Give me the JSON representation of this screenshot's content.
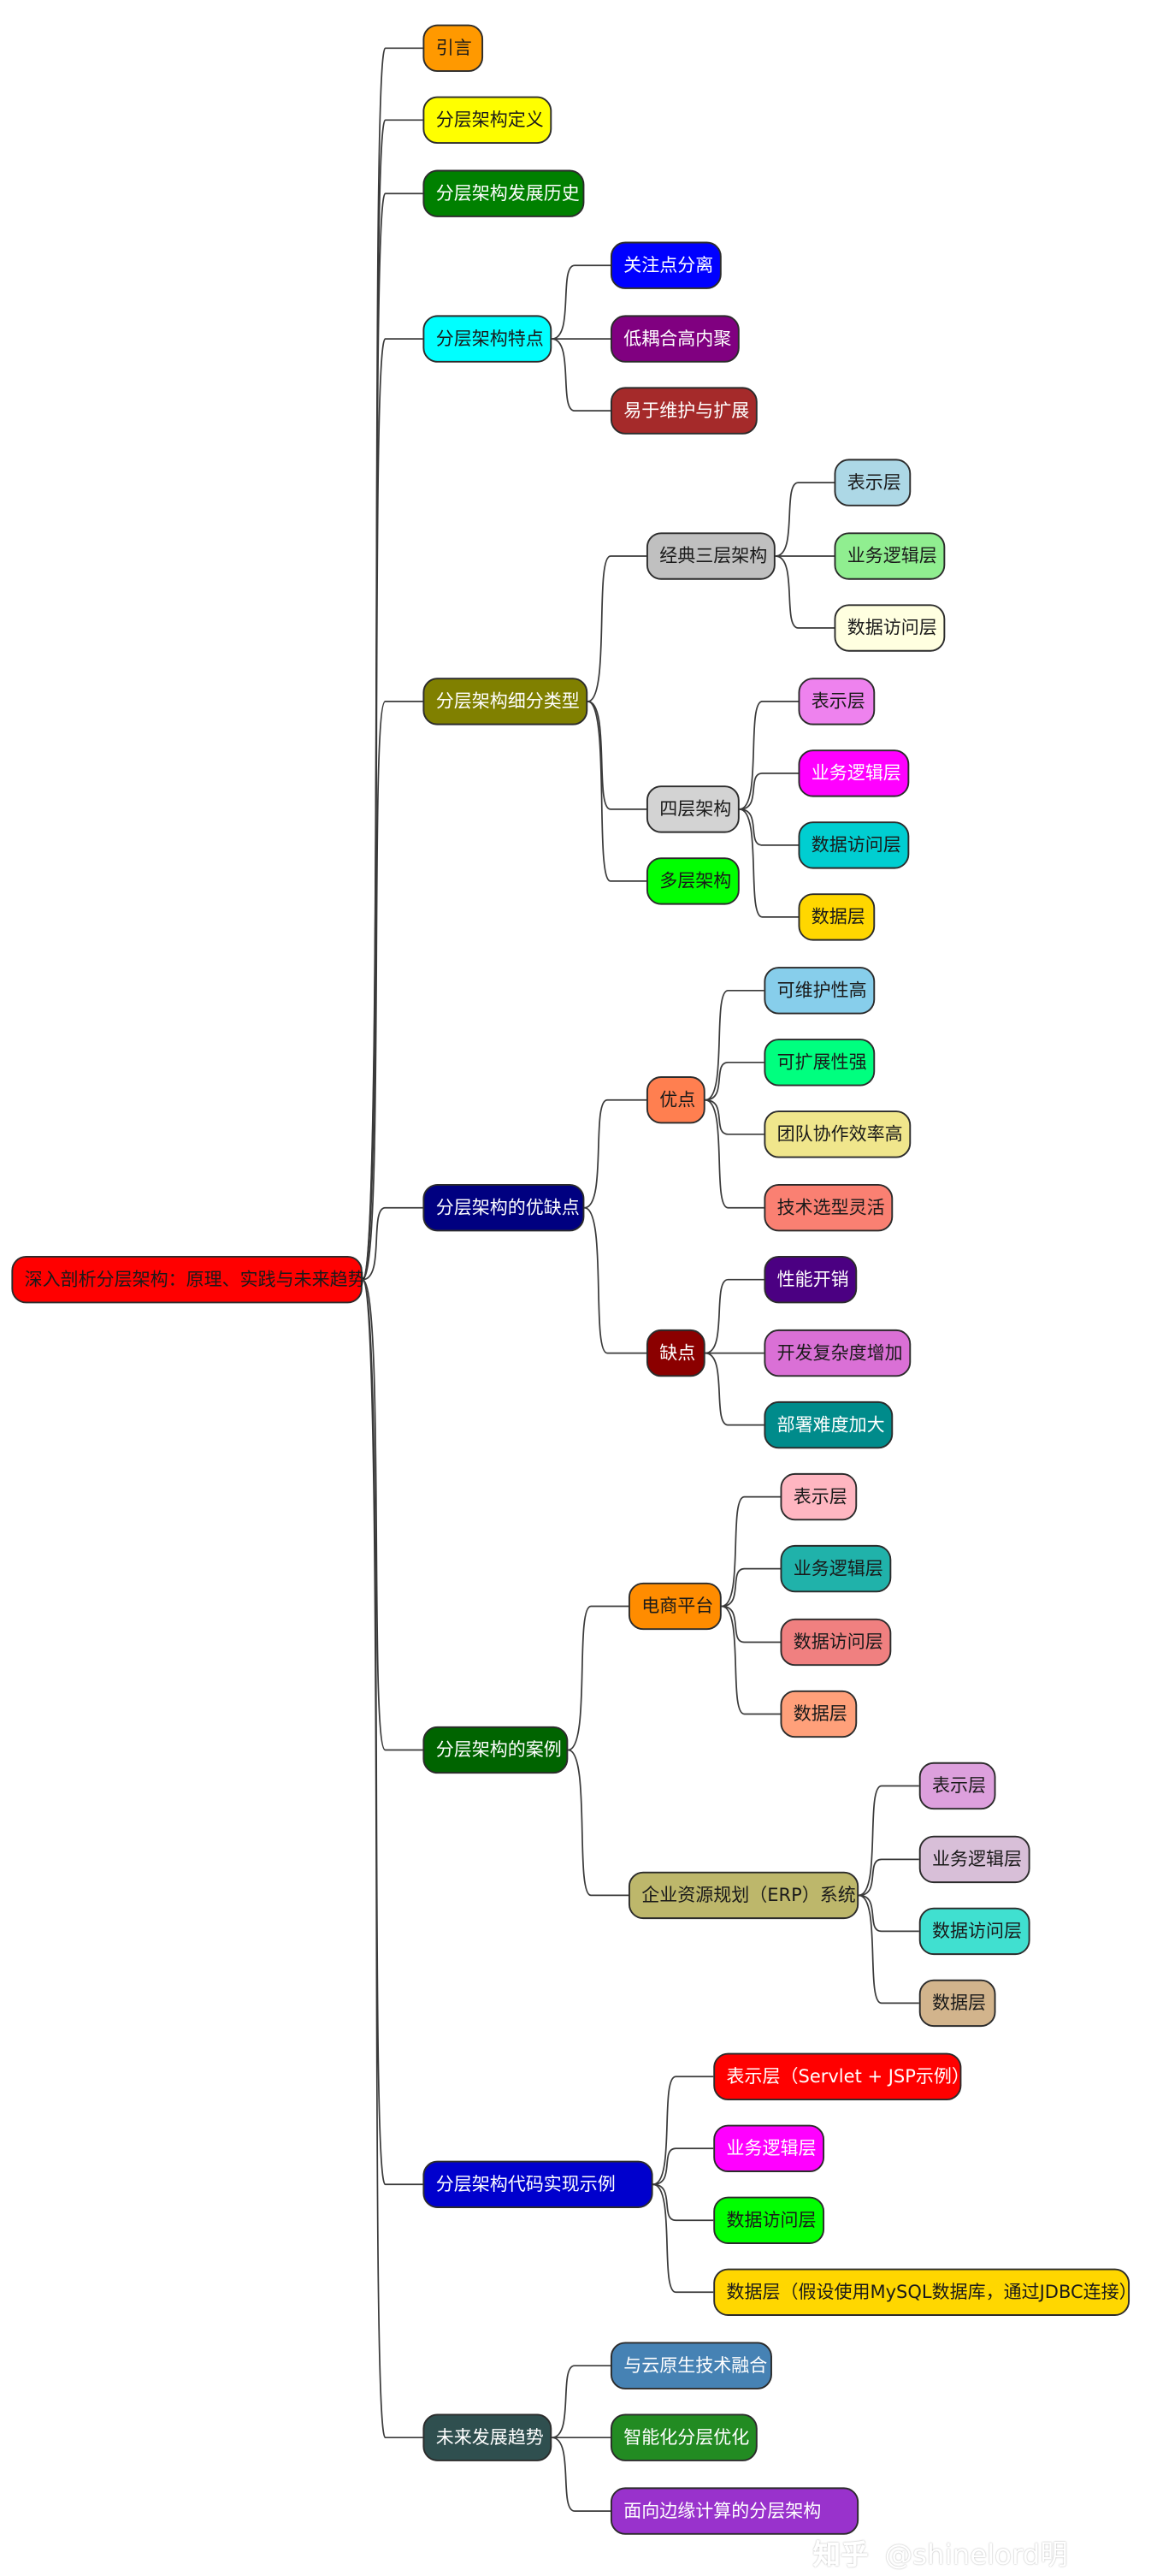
{
  "root": {
    "label": "深入剖析分层架构：原理、实践与未来趋势",
    "color": "#ff0000",
    "text": "#1a1a1a"
  },
  "branches": [
    {
      "label": "引言",
      "color": "#ff9900",
      "text": "#1a1a1a",
      "children": []
    },
    {
      "label": "分层架构定义",
      "color": "#ffff00",
      "text": "#1a1a1a",
      "children": []
    },
    {
      "label": "分层架构发展历史",
      "color": "#008000",
      "text": "#ffffff",
      "children": []
    },
    {
      "label": "分层架构特点",
      "color": "#00ffff",
      "text": "#1a1a1a",
      "children": [
        {
          "label": "关注点分离",
          "color": "#0000ff",
          "text": "#ffffff",
          "children": []
        },
        {
          "label": "低耦合高内聚",
          "color": "#800080",
          "text": "#ffffff",
          "children": []
        },
        {
          "label": "易于维护与扩展",
          "color": "#a52a2a",
          "text": "#ffffff",
          "children": []
        }
      ]
    },
    {
      "label": "分层架构细分类型",
      "color": "#808000",
      "text": "#ffffff",
      "children": [
        {
          "label": "经典三层架构",
          "color": "#c0c0c0",
          "text": "#1a1a1a",
          "children": [
            {
              "label": "表示层",
              "color": "#add8e6",
              "text": "#1a1a1a"
            },
            {
              "label": "业务逻辑层",
              "color": "#90ee90",
              "text": "#1a1a1a"
            },
            {
              "label": "数据访问层",
              "color": "#ffffe0",
              "text": "#1a1a1a"
            }
          ]
        },
        {
          "label": "四层架构",
          "color": "#d3d3d3",
          "text": "#1a1a1a",
          "children": [
            {
              "label": "表示层",
              "color": "#ee82ee",
              "text": "#1a1a1a"
            },
            {
              "label": "业务逻辑层",
              "color": "#ff00ff",
              "text": "#ffffff"
            },
            {
              "label": "数据访问层",
              "color": "#00ced1",
              "text": "#1a1a1a"
            },
            {
              "label": "数据层",
              "color": "#ffd700",
              "text": "#1a1a1a"
            }
          ]
        },
        {
          "label": "多层架构",
          "color": "#00ff00",
          "text": "#1a1a1a",
          "children": []
        }
      ]
    },
    {
      "label": "分层架构的优缺点",
      "color": "#000080",
      "text": "#ffffff",
      "children": [
        {
          "label": "优点",
          "color": "#ff7f50",
          "text": "#1a1a1a",
          "children": [
            {
              "label": "可维护性高",
              "color": "#87ceeb",
              "text": "#1a1a1a"
            },
            {
              "label": "可扩展性强",
              "color": "#00ff7f",
              "text": "#1a1a1a"
            },
            {
              "label": "团队协作效率高",
              "color": "#f0e68c",
              "text": "#1a1a1a"
            },
            {
              "label": "技术选型灵活",
              "color": "#fa8072",
              "text": "#1a1a1a"
            }
          ]
        },
        {
          "label": "缺点",
          "color": "#8b0000",
          "text": "#ffffff",
          "children": [
            {
              "label": "性能开销",
              "color": "#4b0082",
              "text": "#ffffff"
            },
            {
              "label": "开发复杂度增加",
              "color": "#da70d6",
              "text": "#1a1a1a"
            },
            {
              "label": "部署难度加大",
              "color": "#008b8b",
              "text": "#ffffff"
            }
          ]
        }
      ]
    },
    {
      "label": "分层架构的案例",
      "color": "#006400",
      "text": "#ffffff",
      "children": [
        {
          "label": "电商平台",
          "color": "#ff8c00",
          "text": "#1a1a1a",
          "children": [
            {
              "label": "表示层",
              "color": "#ffb6c1",
              "text": "#1a1a1a"
            },
            {
              "label": "业务逻辑层",
              "color": "#20b2aa",
              "text": "#1a1a1a"
            },
            {
              "label": "数据访问层",
              "color": "#f08080",
              "text": "#1a1a1a"
            },
            {
              "label": "数据层",
              "color": "#ffa07a",
              "text": "#1a1a1a"
            }
          ]
        },
        {
          "label": "企业资源规划（ERP）系统",
          "color": "#bdb76b",
          "text": "#1a1a1a",
          "children": [
            {
              "label": "表示层",
              "color": "#dda0dd",
              "text": "#1a1a1a"
            },
            {
              "label": "业务逻辑层",
              "color": "#d8bfd8",
              "text": "#1a1a1a"
            },
            {
              "label": "数据访问层",
              "color": "#40e0d0",
              "text": "#1a1a1a"
            },
            {
              "label": "数据层",
              "color": "#d2b48c",
              "text": "#1a1a1a"
            }
          ]
        }
      ]
    },
    {
      "label": "分层架构代码实现示例",
      "color": "#0000cd",
      "text": "#ffffff",
      "children": [
        {
          "label": "表示层（Servlet + JSP示例）",
          "color": "#ff0000",
          "text": "#ffffff",
          "children": []
        },
        {
          "label": "业务逻辑层",
          "color": "#ff00ff",
          "text": "#ffffff",
          "children": []
        },
        {
          "label": "数据访问层",
          "color": "#00ff00",
          "text": "#1a1a1a",
          "children": []
        },
        {
          "label": "数据层（假设使用MySQL数据库，通过JDBC连接）",
          "color": "#ffd700",
          "text": "#1a1a1a",
          "children": []
        }
      ]
    },
    {
      "label": "未来发展趋势",
      "color": "#2f4f4f",
      "text": "#ffffff",
      "children": [
        {
          "label": "与云原生技术融合",
          "color": "#4682b4",
          "text": "#ffffff",
          "children": []
        },
        {
          "label": "智能化分层优化",
          "color": "#228b22",
          "text": "#ffffff",
          "children": []
        },
        {
          "label": "面向边缘计算的分层架构",
          "color": "#9932cc",
          "text": "#ffffff",
          "children": []
        }
      ]
    }
  ],
  "watermark": {
    "brand": "知乎",
    "author": "@shinelord明"
  }
}
